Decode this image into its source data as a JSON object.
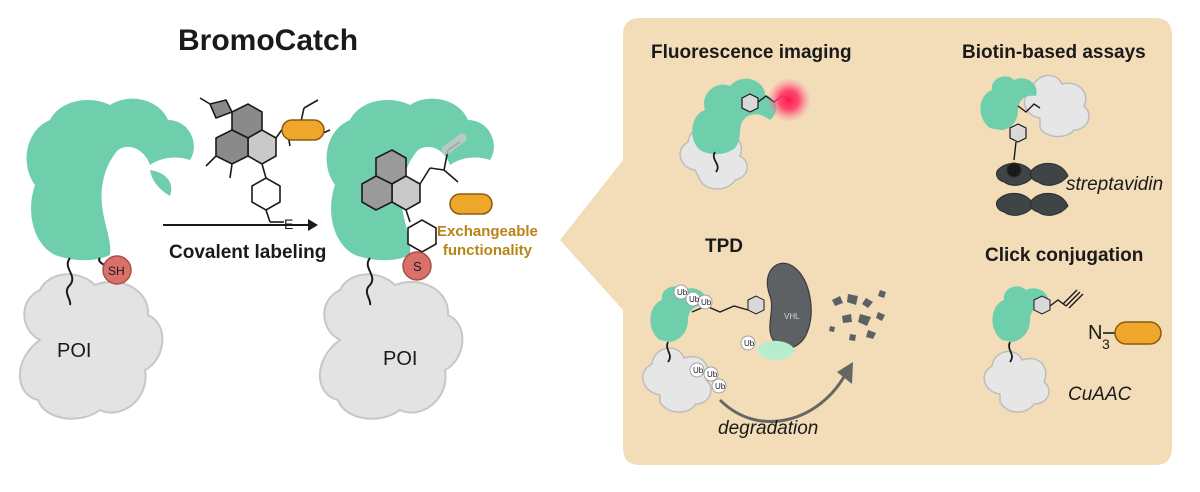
{
  "header": {
    "title": "BromoCatch"
  },
  "reaction": {
    "arrow_label": "Covalent labeling",
    "reagent_leaving_group": "E",
    "exchangeable_line1": "Exchangeable",
    "exchangeable_line2": "functionality"
  },
  "protein": {
    "poi_label": "POI",
    "thiol_label": "SH",
    "thioether_label": "S"
  },
  "applications": {
    "fluorescence": {
      "title": "Fluorescence imaging"
    },
    "biotin": {
      "title": "Biotin-based assays",
      "protein_label": "streptavidin"
    },
    "tpd": {
      "title": "TPD",
      "ubiquitin": "Ub",
      "ligase": "VHL",
      "outcome": "degradation"
    },
    "click": {
      "title": "Click conjugation",
      "azide_n": "N",
      "azide_sub": "3",
      "reaction": "CuAAC"
    }
  },
  "colors": {
    "bromodomain": "#6fcfac",
    "poi": "#e3e3e3",
    "cysteine": "#d9706a",
    "functional_tag": "#efa72b",
    "panel_bg": "#f2ddb8",
    "exchangeable_text": "#b78415",
    "fluorophore": "#ff3060",
    "streptavidin": "#3f4446",
    "vhl": "#5d6163",
    "elongin": "#b8eccf"
  }
}
